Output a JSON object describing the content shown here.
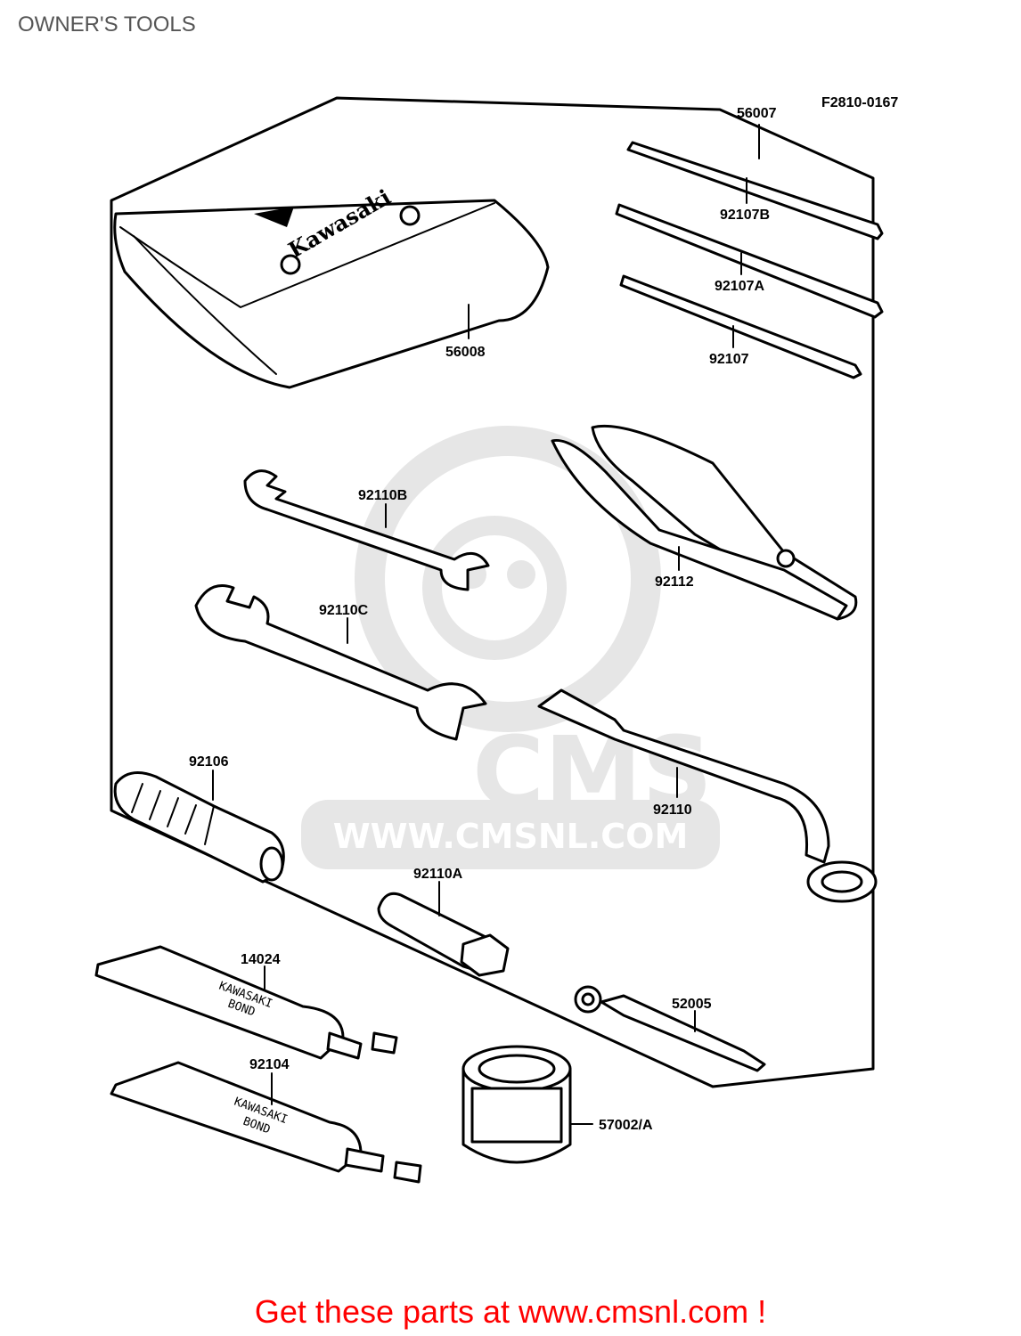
{
  "page_title": "OWNER'S TOOLS",
  "figure_code": "F2810-0167",
  "watermark": {
    "logo_text": "CMS",
    "url": "WWW.CMSNL.COM"
  },
  "labels": {
    "p56007": "56007",
    "p92107B": "92107B",
    "p92107A": "92107A",
    "p92107": "92107",
    "p56008": "56008",
    "p92110B": "92110B",
    "p92112": "92112",
    "p92110C": "92110C",
    "p92106": "92106",
    "p92110": "92110",
    "p92110A": "92110A",
    "p14024": "14024",
    "p52005": "52005",
    "p92104": "92104",
    "p57002A": "57002/A"
  },
  "pouch_brand": "Kawasaki",
  "tube_text": {
    "line1": "KAWASAKI",
    "line2": "BOND"
  },
  "promo_text": "Get these parts at www.cmsnl.com !",
  "colors": {
    "promo": "#ff0000",
    "title": "#555555",
    "watermark": "#e6e6e6",
    "lines": "#000000"
  }
}
